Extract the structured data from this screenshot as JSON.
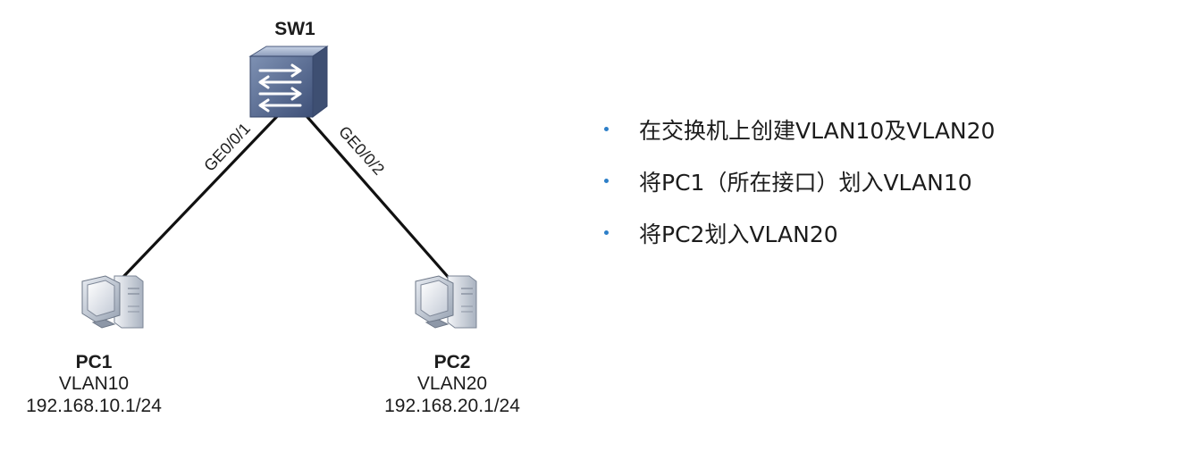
{
  "topology": {
    "switch": {
      "name": "SW1",
      "icon": "switch-icon"
    },
    "links": [
      {
        "interface": "GE0/0/1"
      },
      {
        "interface": "GE0/0/2"
      }
    ],
    "hosts": [
      {
        "name": "PC1",
        "vlan": "VLAN10",
        "ip": "192.168.10.1/24",
        "icon": "desktop-computer-icon"
      },
      {
        "name": "PC2",
        "vlan": "VLAN20",
        "ip": "192.168.20.1/24",
        "icon": "desktop-computer-icon"
      }
    ]
  },
  "tasks": [
    "在交换机上创建VLAN10及VLAN20",
    "将PC1（所在接口）划入VLAN10",
    "将PC2划入VLAN20"
  ],
  "colors": {
    "bullet": "#2d7fc8",
    "switch_body": "#5b6f93",
    "link": "#111111"
  }
}
